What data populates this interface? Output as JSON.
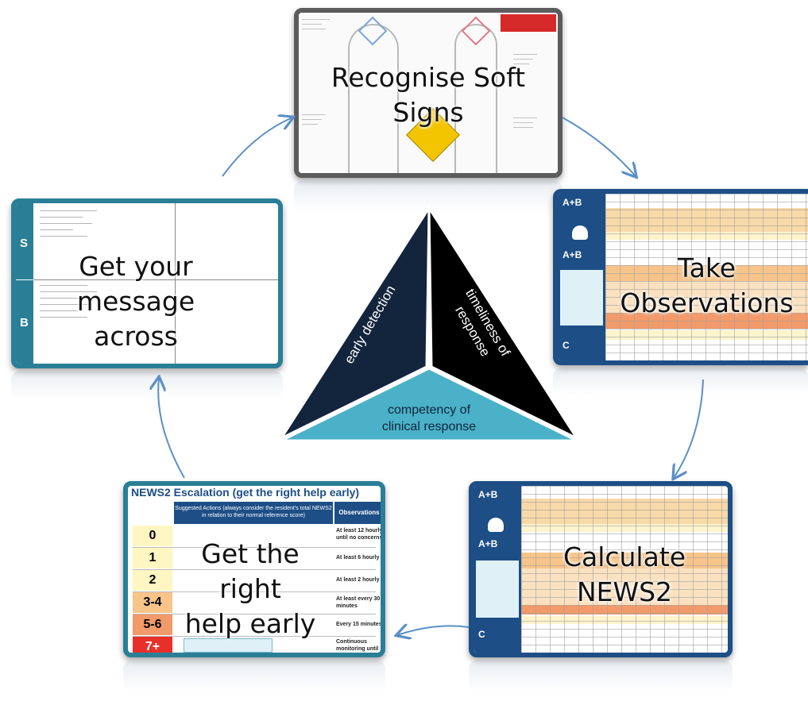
{
  "cycle_steps": [
    {
      "id": "recognise",
      "label_line1": "Recognise Soft",
      "label_line2": "Signs"
    },
    {
      "id": "observe",
      "label_line1": "Take",
      "label_line2": "Observations"
    },
    {
      "id": "calculate",
      "label_line1": "Calculate",
      "label_line2": "NEWS2"
    },
    {
      "id": "escalate",
      "label_line1": "Get the right",
      "label_line2": "help early"
    },
    {
      "id": "communicate",
      "label_line1": "Get your",
      "label_line2": "message across"
    }
  ],
  "triangle": {
    "left": "early detection",
    "right_line1": "timeliness of",
    "right_line2": "response",
    "bottom_line1": "competency of",
    "bottom_line2": "clinical response"
  },
  "escalation_card": {
    "title": "NEWS2 Escalation (get the right help early)",
    "header_actions": "Suggested Actions (always consider the resident's total NEWS2 in relation to their normal reference score)",
    "header_obs": "Observations",
    "scores": [
      "0",
      "1",
      "2",
      "3-4",
      "5-6",
      "7+"
    ],
    "observations": [
      "At least 12 hourly until no concerns",
      "At least 6 hourly",
      "At least 2 hourly",
      "At least every 30 minutes",
      "Every 15 minutes",
      "Continuous monitoring until"
    ]
  },
  "sbar_card": {
    "letters": [
      "S",
      "B"
    ]
  },
  "obs_card": {
    "section_labels": [
      "A+B",
      "A+B",
      "C"
    ]
  },
  "colors": {
    "triangle_dark": "#13243d",
    "triangle_black": "#000000",
    "triangle_teal": "#4ab1c8",
    "arrow": "#5b8fc7",
    "chart_blue": "#1d4e86",
    "score_0": "#fff6c2",
    "score_3_4": "#f7c48a",
    "score_5_6": "#f39a6a",
    "score_7": "#e8302a"
  }
}
